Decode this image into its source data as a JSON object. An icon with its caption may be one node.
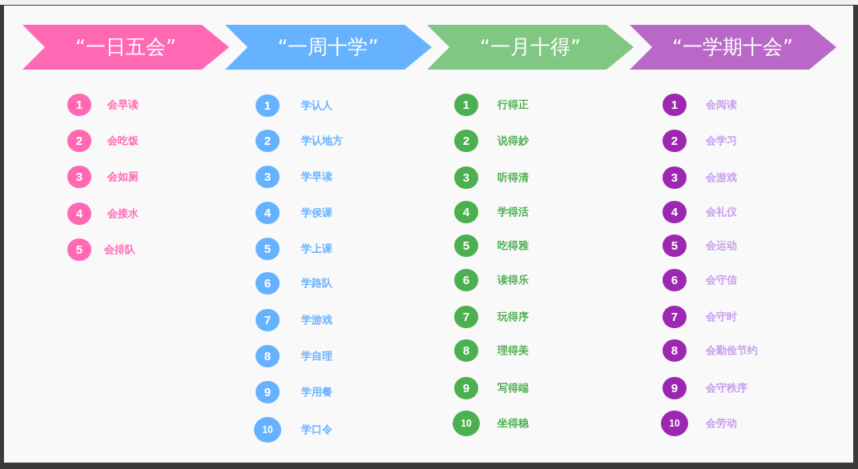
{
  "diagram": {
    "nodes": [
      {
        "text": [
          "“一日五会”"
        ]
      },
      {
        "text": [
          "1"
        ],
        "beside": [
          "会早读"
        ]
      },
      {
        "text": [
          "2"
        ],
        "beside": [
          "会吃饭"
        ]
      },
      {
        "text": [
          "3"
        ],
        "beside": [
          "会如厕"
        ]
      },
      {
        "text": [
          "4"
        ],
        "beside": [
          "会接水"
        ]
      },
      {
        "text": [
          "5"
        ],
        "beside": [
          "会排队"
        ]
      },
      {
        "text": [
          "“一周十学”"
        ]
      },
      {
        "text": [
          "1"
        ],
        "beside": [
          "学认人"
        ]
      },
      {
        "text": [
          "2"
        ],
        "beside": [
          "学认地方"
        ]
      },
      {
        "text": [
          "3"
        ],
        "beside": [
          "学早读"
        ]
      },
      {
        "text": [
          "4"
        ],
        "beside": [
          "学侯课"
        ]
      },
      {
        "text": [
          "5"
        ],
        "beside": [
          "学上课"
        ]
      },
      {
        "text": [
          "6"
        ],
        "beside": [
          "学路队"
        ]
      },
      {
        "text": [
          "7"
        ],
        "beside": [
          "学游戏"
        ]
      },
      {
        "text": [
          "8"
        ],
        "beside": [
          "学自理"
        ]
      },
      {
        "text": [
          "9"
        ],
        "beside": [
          "学用餐"
        ]
      },
      {
        "text": [
          "10"
        ],
        "beside": [
          "学口令"
        ]
      },
      {
        "text": [
          "“一月十得”"
        ]
      },
      {
        "text": [
          "1"
        ],
        "beside": [
          "行得正"
        ]
      },
      {
        "text": [
          "2"
        ],
        "beside": [
          "说得妙"
        ]
      },
      {
        "text": [
          "3"
        ],
        "beside": [
          "听得清"
        ]
      },
      {
        "text": [
          "4"
        ],
        "beside": [
          "学得活"
        ]
      },
      {
        "text": [
          "5"
        ],
        "beside": [
          "吃得雅"
        ]
      },
      {
        "text": [
          "6"
        ],
        "beside": [
          "读得乐"
        ]
      },
      {
        "text": [
          "7"
        ],
        "beside": [
          "玩得序"
        ]
      },
      {
        "text": [
          "8"
        ],
        "beside": [
          "理得美"
        ]
      },
      {
        "text": [
          "9"
        ],
        "beside": [
          "写得端"
        ]
      },
      {
        "text": [
          "10"
        ],
        "beside": [
          "坐得稳"
        ]
      },
      {
        "text": [
          "“一学期十会”"
        ]
      },
      {
        "text": [
          "1"
        ],
        "beside": [
          "会阅读"
        ]
      },
      {
        "text": [
          "2"
        ],
        "beside": [
          "会学习"
        ]
      },
      {
        "text": [
          "3"
        ],
        "beside": [
          "会游戏"
        ]
      },
      {
        "text": [
          "4"
        ],
        "beside": [
          "会礼仪"
        ]
      },
      {
        "text": [
          "5"
        ],
        "beside": [
          "会运动"
        ]
      },
      {
        "text": [
          "6"
        ],
        "beside": [
          "会守信"
        ]
      },
      {
        "text": [
          "7"
        ],
        "beside": [
          "会守时"
        ]
      },
      {
        "text": [
          "8"
        ],
        "beside": [
          "会勤俭节约"
        ]
      },
      {
        "text": [
          "9"
        ],
        "beside": [
          "会守秩序"
        ]
      },
      {
        "text": [
          "10"
        ],
        "beside": [
          "会劳动"
        ]
      }
    ]
  }
}
